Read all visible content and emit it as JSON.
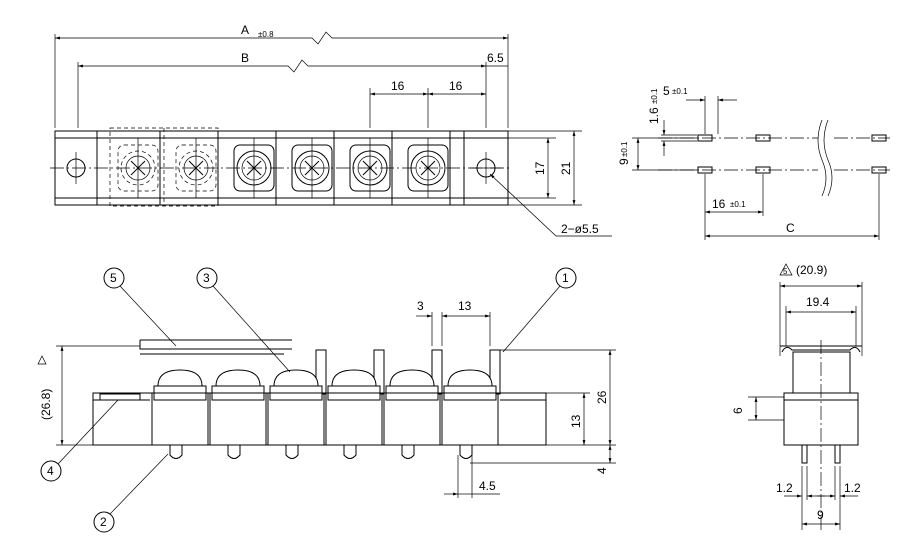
{
  "top_view": {
    "dim_a": "A",
    "dim_a_tol": "±0.8",
    "dim_b": "B",
    "dim_6_5": "6.5",
    "pitch_1": "16",
    "pitch_2": "16",
    "height_17": "17",
    "height_21": "21",
    "hole_callout": "2−ø5.5"
  },
  "pcb_view": {
    "pin_pitch": "5",
    "pin_pitch_tol": "±0.1",
    "pin_size": "1.6",
    "pin_size_tol": "±0.1",
    "row_spacing": "9",
    "row_spacing_tol": "±0.1",
    "pos_pitch": "16",
    "pos_pitch_tol": "±0.1",
    "dim_c": "C"
  },
  "front_view": {
    "dim_3": "3",
    "dim_13_top": "13",
    "dim_26_8": "(26.8)",
    "dim_26": "26",
    "dim_13": "13",
    "dim_4": "4",
    "dim_4_5": "4.5",
    "balloons": [
      "1",
      "2",
      "3",
      "4",
      "5"
    ]
  },
  "side_view": {
    "dim_20_9": "(20.9)",
    "dim_19_4": "19.4",
    "dim_6": "6",
    "dim_1_2_left": "1.2",
    "dim_1_2_right": "1.2",
    "dim_9": "9",
    "note_mark": "5"
  },
  "colors": {
    "line": "#000000",
    "background": "#ffffff"
  }
}
